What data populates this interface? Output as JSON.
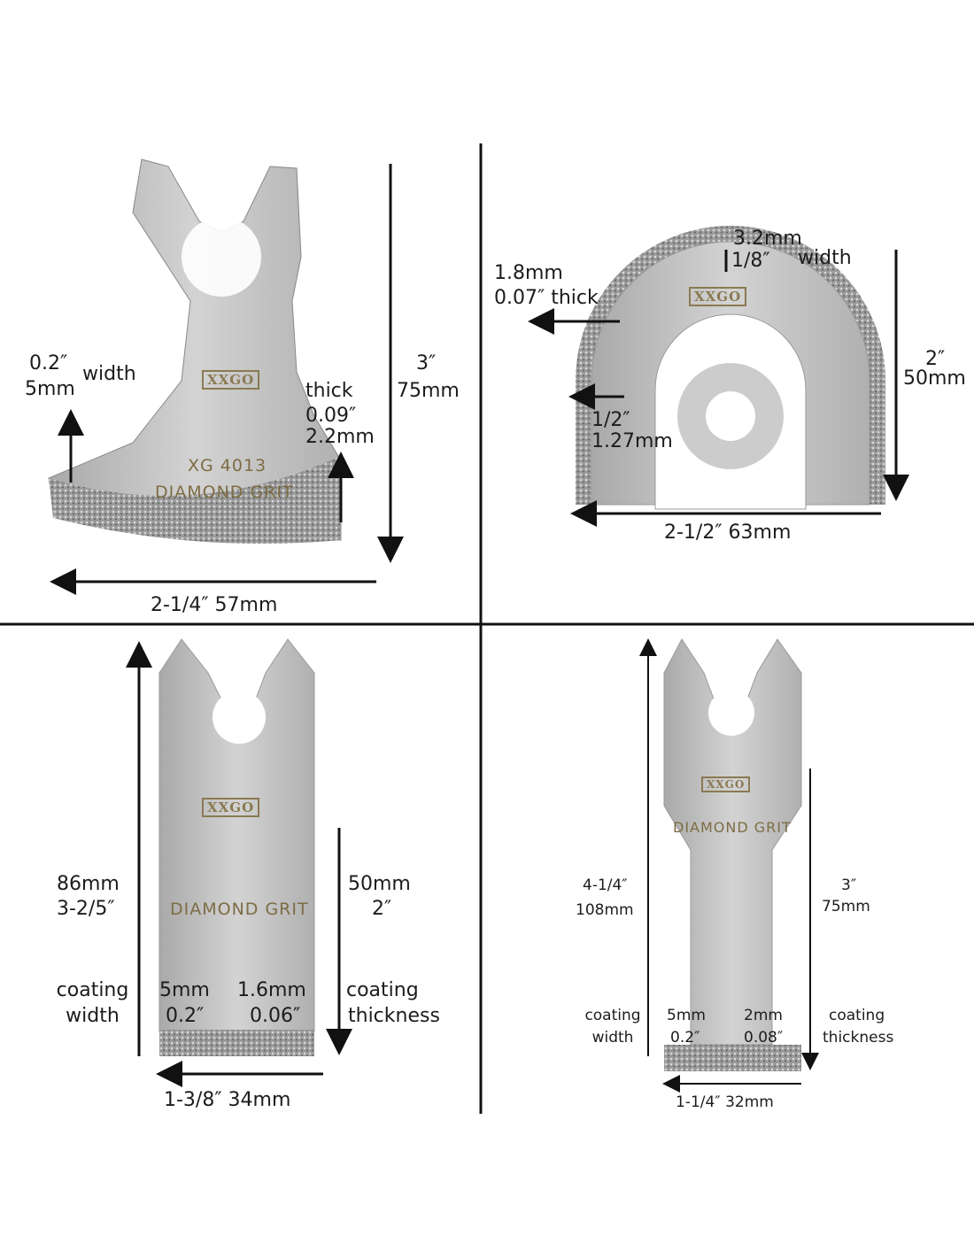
{
  "brand": "XXGO",
  "blade1": {
    "model": "XG 4013",
    "grit_label": "DIAMOND GRIT",
    "coating_width": [
      "0.2″",
      "5mm"
    ],
    "width_word": "width",
    "thick_word": "thick",
    "thickness": [
      "0.09″",
      "2.2mm"
    ],
    "height": [
      "3″",
      "75mm"
    ],
    "length": "2-1/4″ 57mm"
  },
  "blade2": {
    "width": [
      "3.2mm",
      "1/8″"
    ],
    "width_word": "width",
    "thick": [
      "1.8mm",
      "0.07″ thick"
    ],
    "height": [
      "2″",
      "50mm"
    ],
    "inner": [
      "1/2″",
      "1.27mm"
    ],
    "length": "2-1/2″ 63mm"
  },
  "blade3": {
    "grit_label": "DIAMOND GRIT",
    "total": [
      "86mm",
      "3-2/5″"
    ],
    "cut": [
      "50mm",
      "2″"
    ],
    "coating_width_label": [
      "coating",
      "width"
    ],
    "coating_width": [
      "5mm",
      "0.2″"
    ],
    "coating_thick": [
      "1.6mm",
      "0.06″"
    ],
    "coating_thick_label": [
      "coating",
      "thickness"
    ],
    "length": "1-3/8″ 34mm"
  },
  "blade4": {
    "grit_label": "DIAMOND GRIT",
    "total": [
      "4-1/4″",
      "108mm"
    ],
    "cut": [
      "3″",
      "75mm"
    ],
    "coating_width_label": [
      "coating",
      "width"
    ],
    "coating_width": [
      "5mm",
      "0.2″"
    ],
    "coating_thick": [
      "2mm",
      "0.08″"
    ],
    "coating_thick_label": [
      "coating",
      "thickness"
    ],
    "length": "1-1/4″ 32mm"
  },
  "colors": {
    "steel": "#b9b9b9",
    "grit": "#8f8f8f",
    "logo": "#8a7a52"
  }
}
